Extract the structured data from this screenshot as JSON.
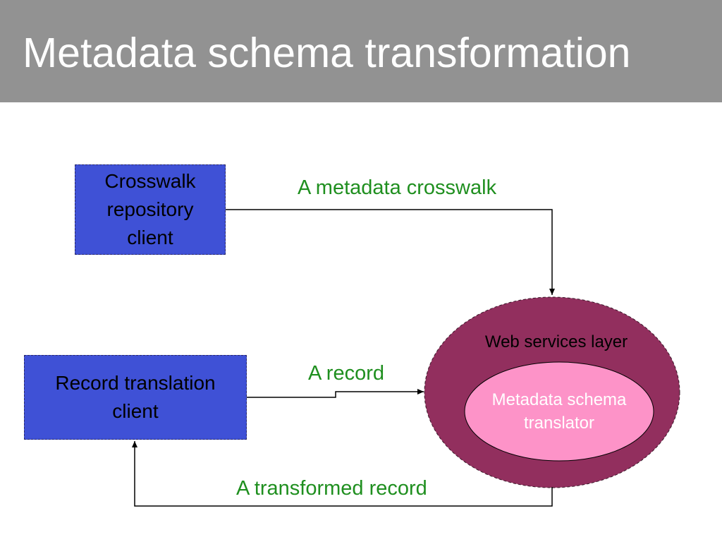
{
  "title": "Metadata schema transformation",
  "colors": {
    "title_bar": "#929292",
    "title_text": "#ffffff",
    "client_box_fill": "#3f51d6",
    "outer_ellipse_fill": "#922f5e",
    "inner_ellipse_fill": "#fd93c8",
    "edge_label": "#1f8f1f",
    "connector": "#000000"
  },
  "nodes": {
    "crosswalk_client": {
      "label": "Crosswalk\nrepository\nclient"
    },
    "record_client": {
      "label": "Record translation\nclient"
    },
    "web_services_layer": {
      "label": "Web services layer"
    },
    "schema_translator": {
      "label": "Metadata schema\ntranslator"
    }
  },
  "edges": {
    "crosswalk": {
      "label": "A metadata crosswalk"
    },
    "record": {
      "label": "A record"
    },
    "transformed": {
      "label": "A transformed record"
    }
  }
}
